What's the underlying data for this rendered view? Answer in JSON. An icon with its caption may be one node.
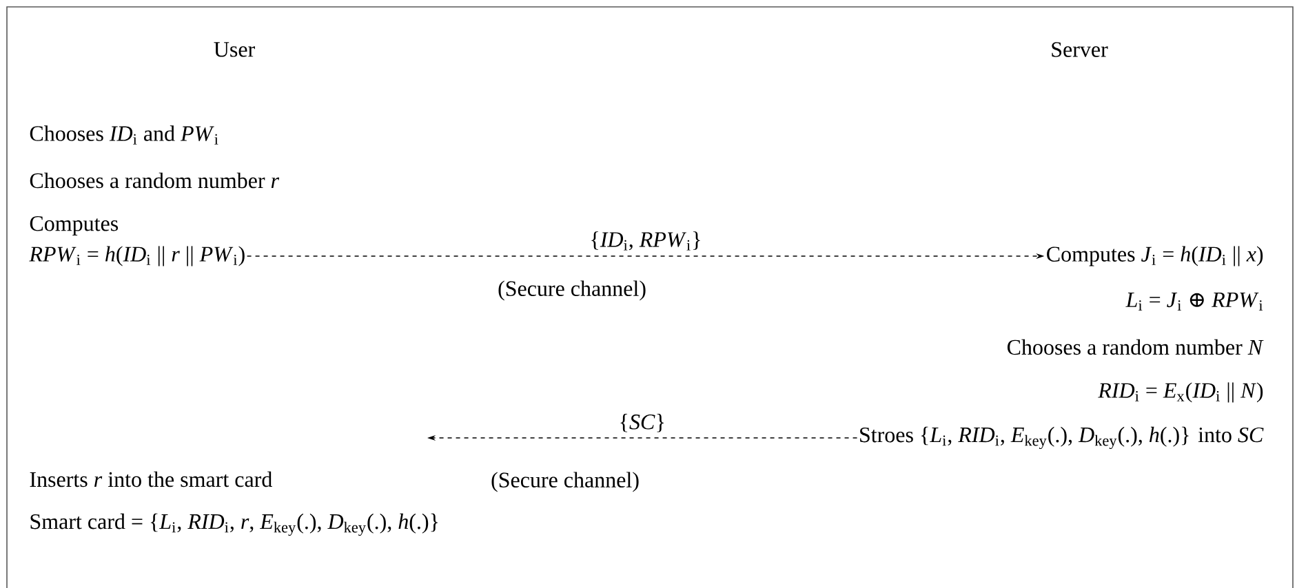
{
  "diagram": {
    "nodes": [
      {
        "text": [
          "*RPW*$_{i}$ = *h*(*ID*$_{i}$ || *r* || *PW*$_{i}$)"
        ]
      },
      {
        "text": [
          "Computes *J*$_{i}$ = *h*(*ID*$_{i}$ || *x*)"
        ]
      },
      {
        "text": [
          "Stroes {*L*$_{i}$, *RID*$_{i}$, *E*$_{key}$(.), *D*$_{key}$(.), *h*(.)} into *SC*"
        ]
      }
    ],
    "edges": [
      {
        "from": 0,
        "to": 1,
        "arrow": "to",
        "style": "dashed",
        "label": "{*ID*$_{i}$, *RPW*$_{i}$}"
      },
      {
        "from": 2,
        "to": null,
        "arrow": "to",
        "style": "dashed",
        "label": "{*SC*}"
      }
    ],
    "labels": [
      "User",
      "Server",
      "Chooses *ID*$_{i}$ and *PW*$_{i}$",
      "Chooses a random number *r*",
      "Computes",
      "(Secure channel)",
      "*L*$_{i}$ = *J*$_{i}$ ⊕ *RPW*$_{i}$",
      "Chooses a random number *N*",
      "*RID*$_{i}$ = *E*$_{x}$(*ID*$_{i}$ || *N*)",
      "(Secure channel)",
      "Inserts *r* into the smart card",
      "Smart card = {*L*$_{i}$, *RID*$_{i}$, *r*, *E*$_{key}$(.), *D*$_{key}$(.), *h*(.)}"
    ]
  }
}
